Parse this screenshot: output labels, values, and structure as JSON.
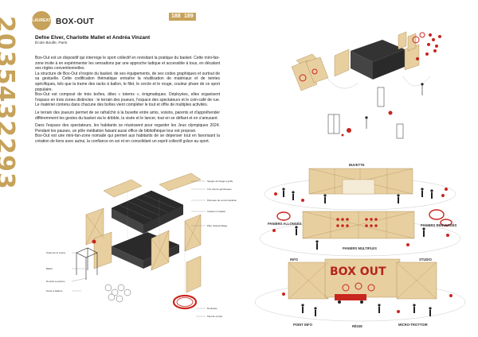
{
  "vertical_number": "2035432293",
  "badge": "LAUREAT",
  "page_numbers": [
    "188",
    "189"
  ],
  "title": "BOX-OUT",
  "authors": "Defne Elver, Charlotte Mallet et Andréa Vinzant",
  "school": "École Boulle, Paris",
  "paragraphs": [
    "Box-Out est un dispositif qui interroge le sport collectif en revisitant la pratique du basket. Cette mini-fan-zone invite à en expérimenter les sensations par une approche ludique et accessible à tous, en décalant ses règles conventionnelles.",
    "La structure de Box-Out s'inspire du basket, de ses équipements, de ses codes graphiques et surtout de sa gestuelle. Cette codification thématique entraîne la réutilisation de matériaux et de teintes spécifiques, tels que la trame des racks à ballon, le filet, le cercle et le rouge, couleur phare de ce sport populaire.",
    "Box-Out est composé de trois boîtes, dites « totems », énigmatiques. Déployées, elles organisent l'espace en trois zones distinctes : le terrain des joueurs, l'espace des spectateurs et le coin-café de rue. Le matériel contenu dans chacune des boîtes vient compléter le tout et offre de multiples activités.",
    "Le terrain des joueurs permet de se rafraîchir à la buvette entre amis, voisins, parents et d'appréhender différemment les gestes du basket via le dribble, la visée et le lancer, tout en se défiant et en s'amusant.",
    "Dans l'espace des spectateurs, les habitants se réunissent pour regarder les Jeux olympiques 2024. Pendant les pauses, un pôle médiation faisant aussi office de bibliothèque leur est proposé.",
    "Box-Out est une mini-fan-zone nomade qui permet aux habitants de se dépenser tout en favorisant la création de liens avec autrui, la confiance en soi et en consolidant un esprit collectif grâce au sport."
  ],
  "diagram_labels": [
    "Sangle de fixage à griffe",
    "Trio totems génériques",
    "Panneau de communication",
    "Caisson à basket",
    "Plan d'assemblage",
    "Toiles de la cosice",
    "Ballon",
    "Douche à paniers",
    "Socle à ballons",
    "Roulettes",
    "Filet de renfort"
  ],
  "scene_labels": {
    "buvette": "BUVETTE",
    "paniers_allonges": "PANIERS ALLONGÉS",
    "paniers_renverses": "PANIERS RENVERSÉS",
    "paniers_multiples": "PANIERS MULTIPLES",
    "info": "INFO",
    "studio": "STUDIO",
    "point_info": "POINT INFO",
    "regie": "RÉGIE",
    "micro_trottoir": "MICRO-TROTTOIR",
    "sign": "BOX OUT"
  },
  "colors": {
    "accent_gold": "#c6a25a",
    "wood": "#e8cfa0",
    "red": "#c8261e",
    "ink": "#222222"
  }
}
